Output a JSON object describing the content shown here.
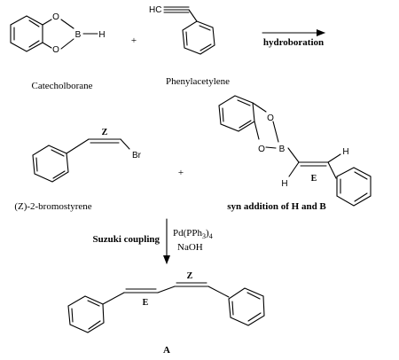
{
  "scheme": {
    "reactant_1": {
      "name": "Catecholborane",
      "atoms": {
        "o_top": "O",
        "o_bottom": "O",
        "boron": "B",
        "hydrogen": "H"
      }
    },
    "plus_top": "+",
    "reactant_2": {
      "name": "Phenylacetylene",
      "terminal_group": "HC"
    },
    "step_1": {
      "label": "hydroboration"
    },
    "bromostyrene": {
      "name": "(Z)-2-bromostyrene",
      "geometry_label": "Z",
      "bromine": "Br"
    },
    "plus_middle": "+",
    "vinylboronate": {
      "atoms": {
        "o_top": "O",
        "o_bottom": "O",
        "boron": "B",
        "h_left": "H",
        "h_right": "H"
      },
      "geometry_label": "E",
      "caption": "syn addition of H and B"
    },
    "step_2": {
      "label": "Suzuki coupling",
      "catalyst_main": "Pd(PPh",
      "catalyst_sub_1": "3",
      "catalyst_paren": ")",
      "catalyst_sub_2": "4",
      "base": "NaOH"
    },
    "product": {
      "label_e": "E",
      "label_z": "Z",
      "name": "A"
    }
  }
}
